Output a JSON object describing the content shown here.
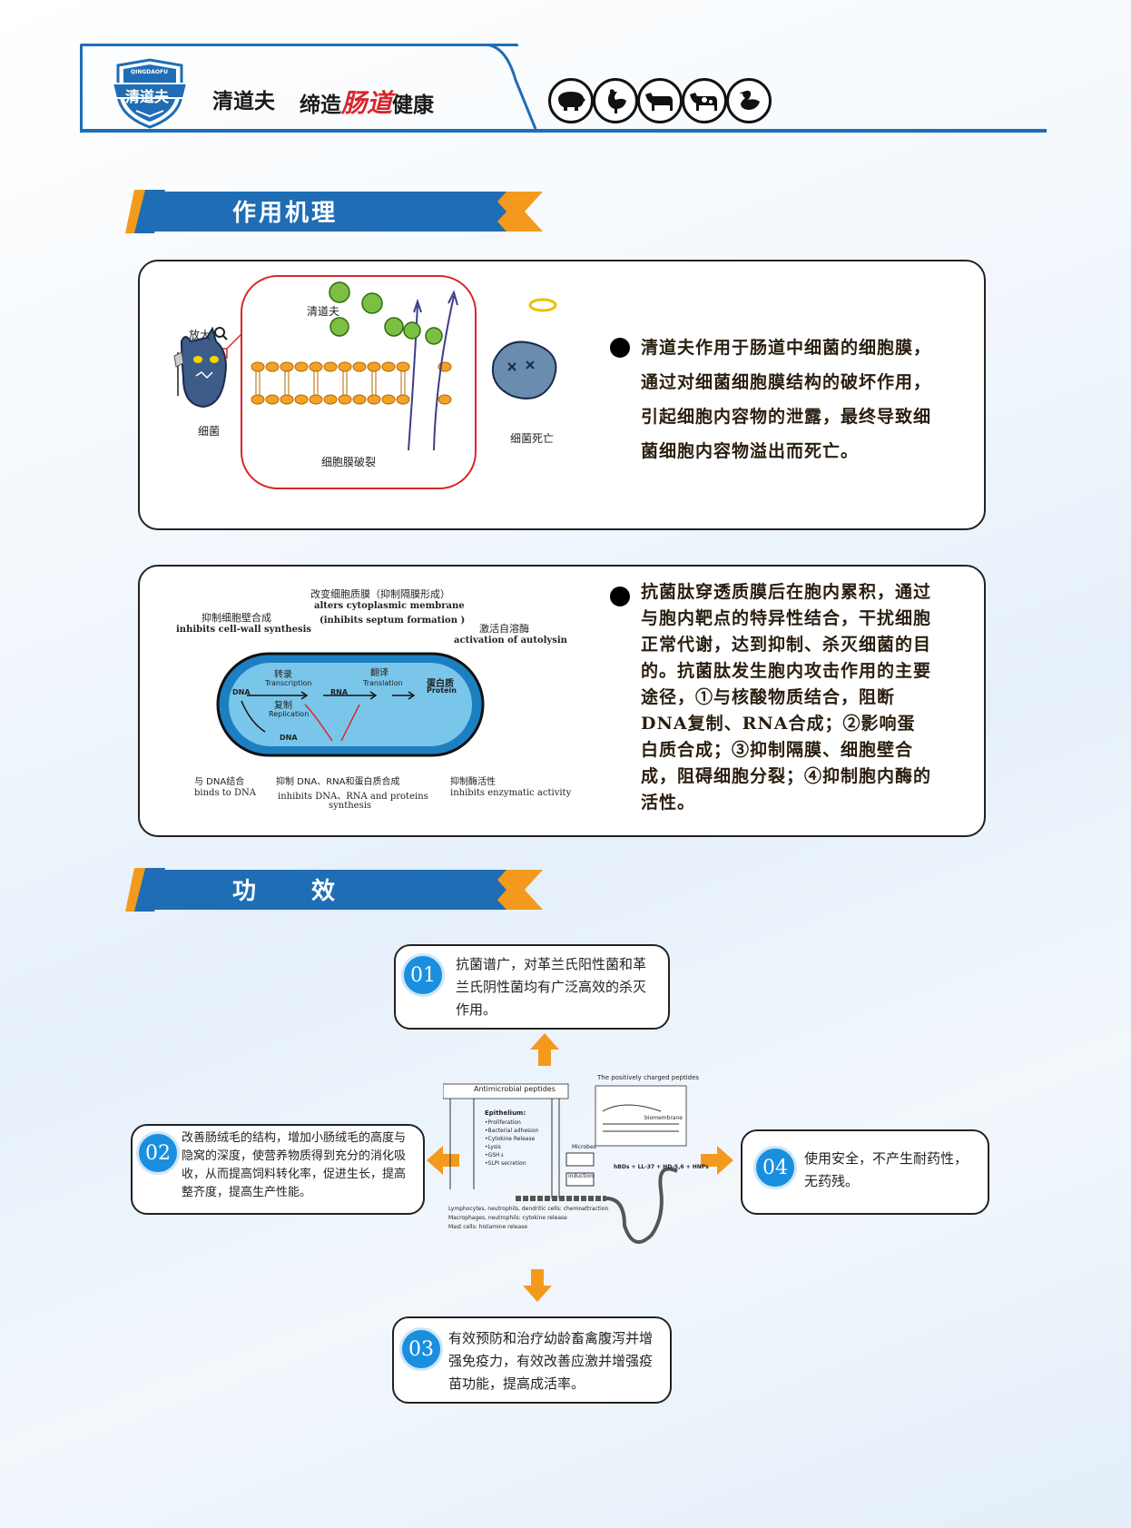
{
  "header": {
    "logo_top": "QINGDAOFU",
    "logo_text": "清道夫",
    "brand": "清道夫",
    "slogan_1": "缔造",
    "slogan_hl_1": "肠",
    "slogan_hl_2": "道",
    "slogan_2": "健康",
    "animal_icons": [
      "pig-icon",
      "chicken-icon",
      "cow-icon",
      "dairy-cow-icon",
      "duck-icon"
    ]
  },
  "section1": {
    "title": "作用机理"
  },
  "section2": {
    "title": "功　　效"
  },
  "box1": {
    "diagram": {
      "zoom_label": "放大",
      "bacteria_label": "细菌",
      "agent_label": "清道夫",
      "membrane_label": "细胞膜破裂",
      "dead_label": "细菌死亡"
    },
    "text": "清道夫作用于肠道中细菌的细胞膜，通过对细菌细胞膜结构的破坏作用，引起细胞内容物的泄露，最终导致细菌细胞内容物溢出而死亡。"
  },
  "box2": {
    "diagram": {
      "top_cn": "改变细胞质膜（抑制隔膜形成）",
      "top_en1": "alters cytoplasmic membrane",
      "top_en2": "(inhibits septum formation )",
      "left_cn": "抑制细胞壁合成",
      "left_en": "inhibits cell-wall synthesis",
      "right_cn": "激活自溶酶",
      "right_en": "activation of autolysin",
      "transcription_cn": "转录",
      "transcription_en": "Transcription",
      "translation_cn": "翻译",
      "translation_en": "Translation",
      "protein_cn": "蛋白质",
      "protein_en": "Protein",
      "dna": "DNA",
      "rna": "RNA",
      "replication_cn": "复制",
      "replication_en": "Replication",
      "dna2": "DNA",
      "b1_cn": "与 DNA结合",
      "b1_en": "binds to DNA",
      "b2_cn": "抑制 DNA、RNA和蛋白质合成",
      "b2_en": "inhibits DNA、RNA and proteins",
      "b2_en2": "synthesis",
      "b3_cn": "抑制酶活性",
      "b3_en": "inhibits enzymatic activity"
    },
    "text": "抗菌肽穿透质膜后在胞内累积，通过与胞内靶点的特异性结合，干扰细胞正常代谢，达到抑制、杀灭细菌的目的。抗菌肽发生胞内攻击作用的主要途径，①与核酸物质结合，阻断DNA复制、RNA合成；②影响蛋白质合成；③抑制隔膜、细胞壁合成，阻碍细胞分裂；④抑制胞内酶的活性。"
  },
  "effects": [
    {
      "num": "01",
      "text": "抗菌谱广，对革兰氏阳性菌和革兰氏阴性菌均有广泛高效的杀灭作用。"
    },
    {
      "num": "02",
      "text": "改善肠绒毛的结构，增加小肠绒毛的高度与隐窝的深度，使营养物质得到充分的消化吸收，从而提高饲料转化率，促进生长，提高整齐度，提高生产性能。"
    },
    {
      "num": "03",
      "text": "有效预防和治疗幼龄畜禽腹泻并增强免疫力，有效改善应激并增强疫苗功能，提高成活率。"
    },
    {
      "num": "04",
      "text": "使用安全，不产生耐药性，无药残。"
    }
  ],
  "center_diagram": {
    "title": "Antimicrobial peptides",
    "inset_title": "The positively charged peptides",
    "membrane": "biomembrane",
    "epithelium": "Epithelium:",
    "items": [
      "•Proliferation",
      "•Bacterial adhesion",
      "•Cytokine Release",
      "•Lysis",
      "•GSH↓",
      "•SLPI secretion"
    ],
    "microbes": "Microbes",
    "induction": "induction",
    "hbd": "hBDs + LL-37 + HD-5,6 + HNPs",
    "footer1": "Lymphocytes, neutrophils, dendritic cells: chemoattraction",
    "footer2": "Macrophages, neutrophils: cytokine release",
    "footer3": "Mast cells: histamine release"
  },
  "colors": {
    "blue": "#1f6db5",
    "orange": "#f39a1e",
    "red": "#d8262b"
  }
}
